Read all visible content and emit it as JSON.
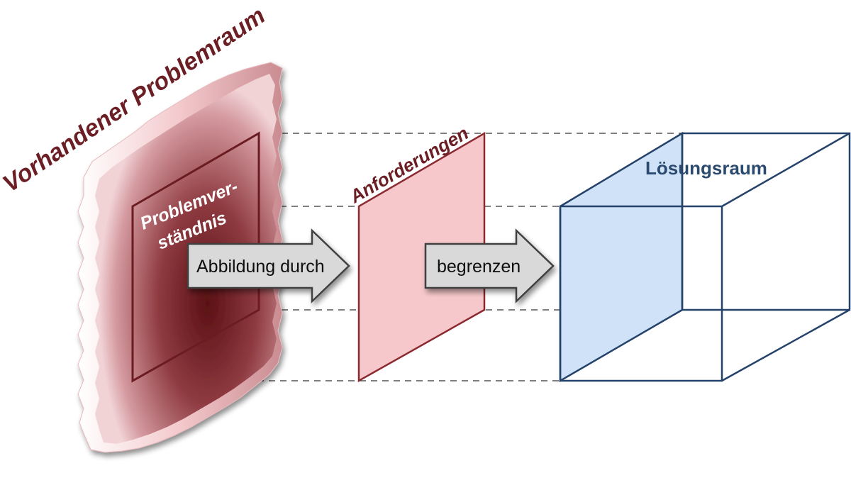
{
  "labels": {
    "problem_space": "Vorhandener Problemraum",
    "understanding_line1": "Problemver-",
    "understanding_line2": "ständnis",
    "requirements": "Anforderungen",
    "solution_space": "Lösungsraum"
  },
  "arrows": {
    "mapping": "Abbildung durch",
    "limit": "begrenzen"
  },
  "colors": {
    "problem_dark": "#6b1f24",
    "requirements_fill": "#f7c8cb",
    "requirements_stroke": "#8b2a30",
    "solution_fill": "#cfe2f8",
    "solution_stroke": "#24426a",
    "arrow_fill": "#d9d9d9",
    "dash_line": "#555555"
  }
}
